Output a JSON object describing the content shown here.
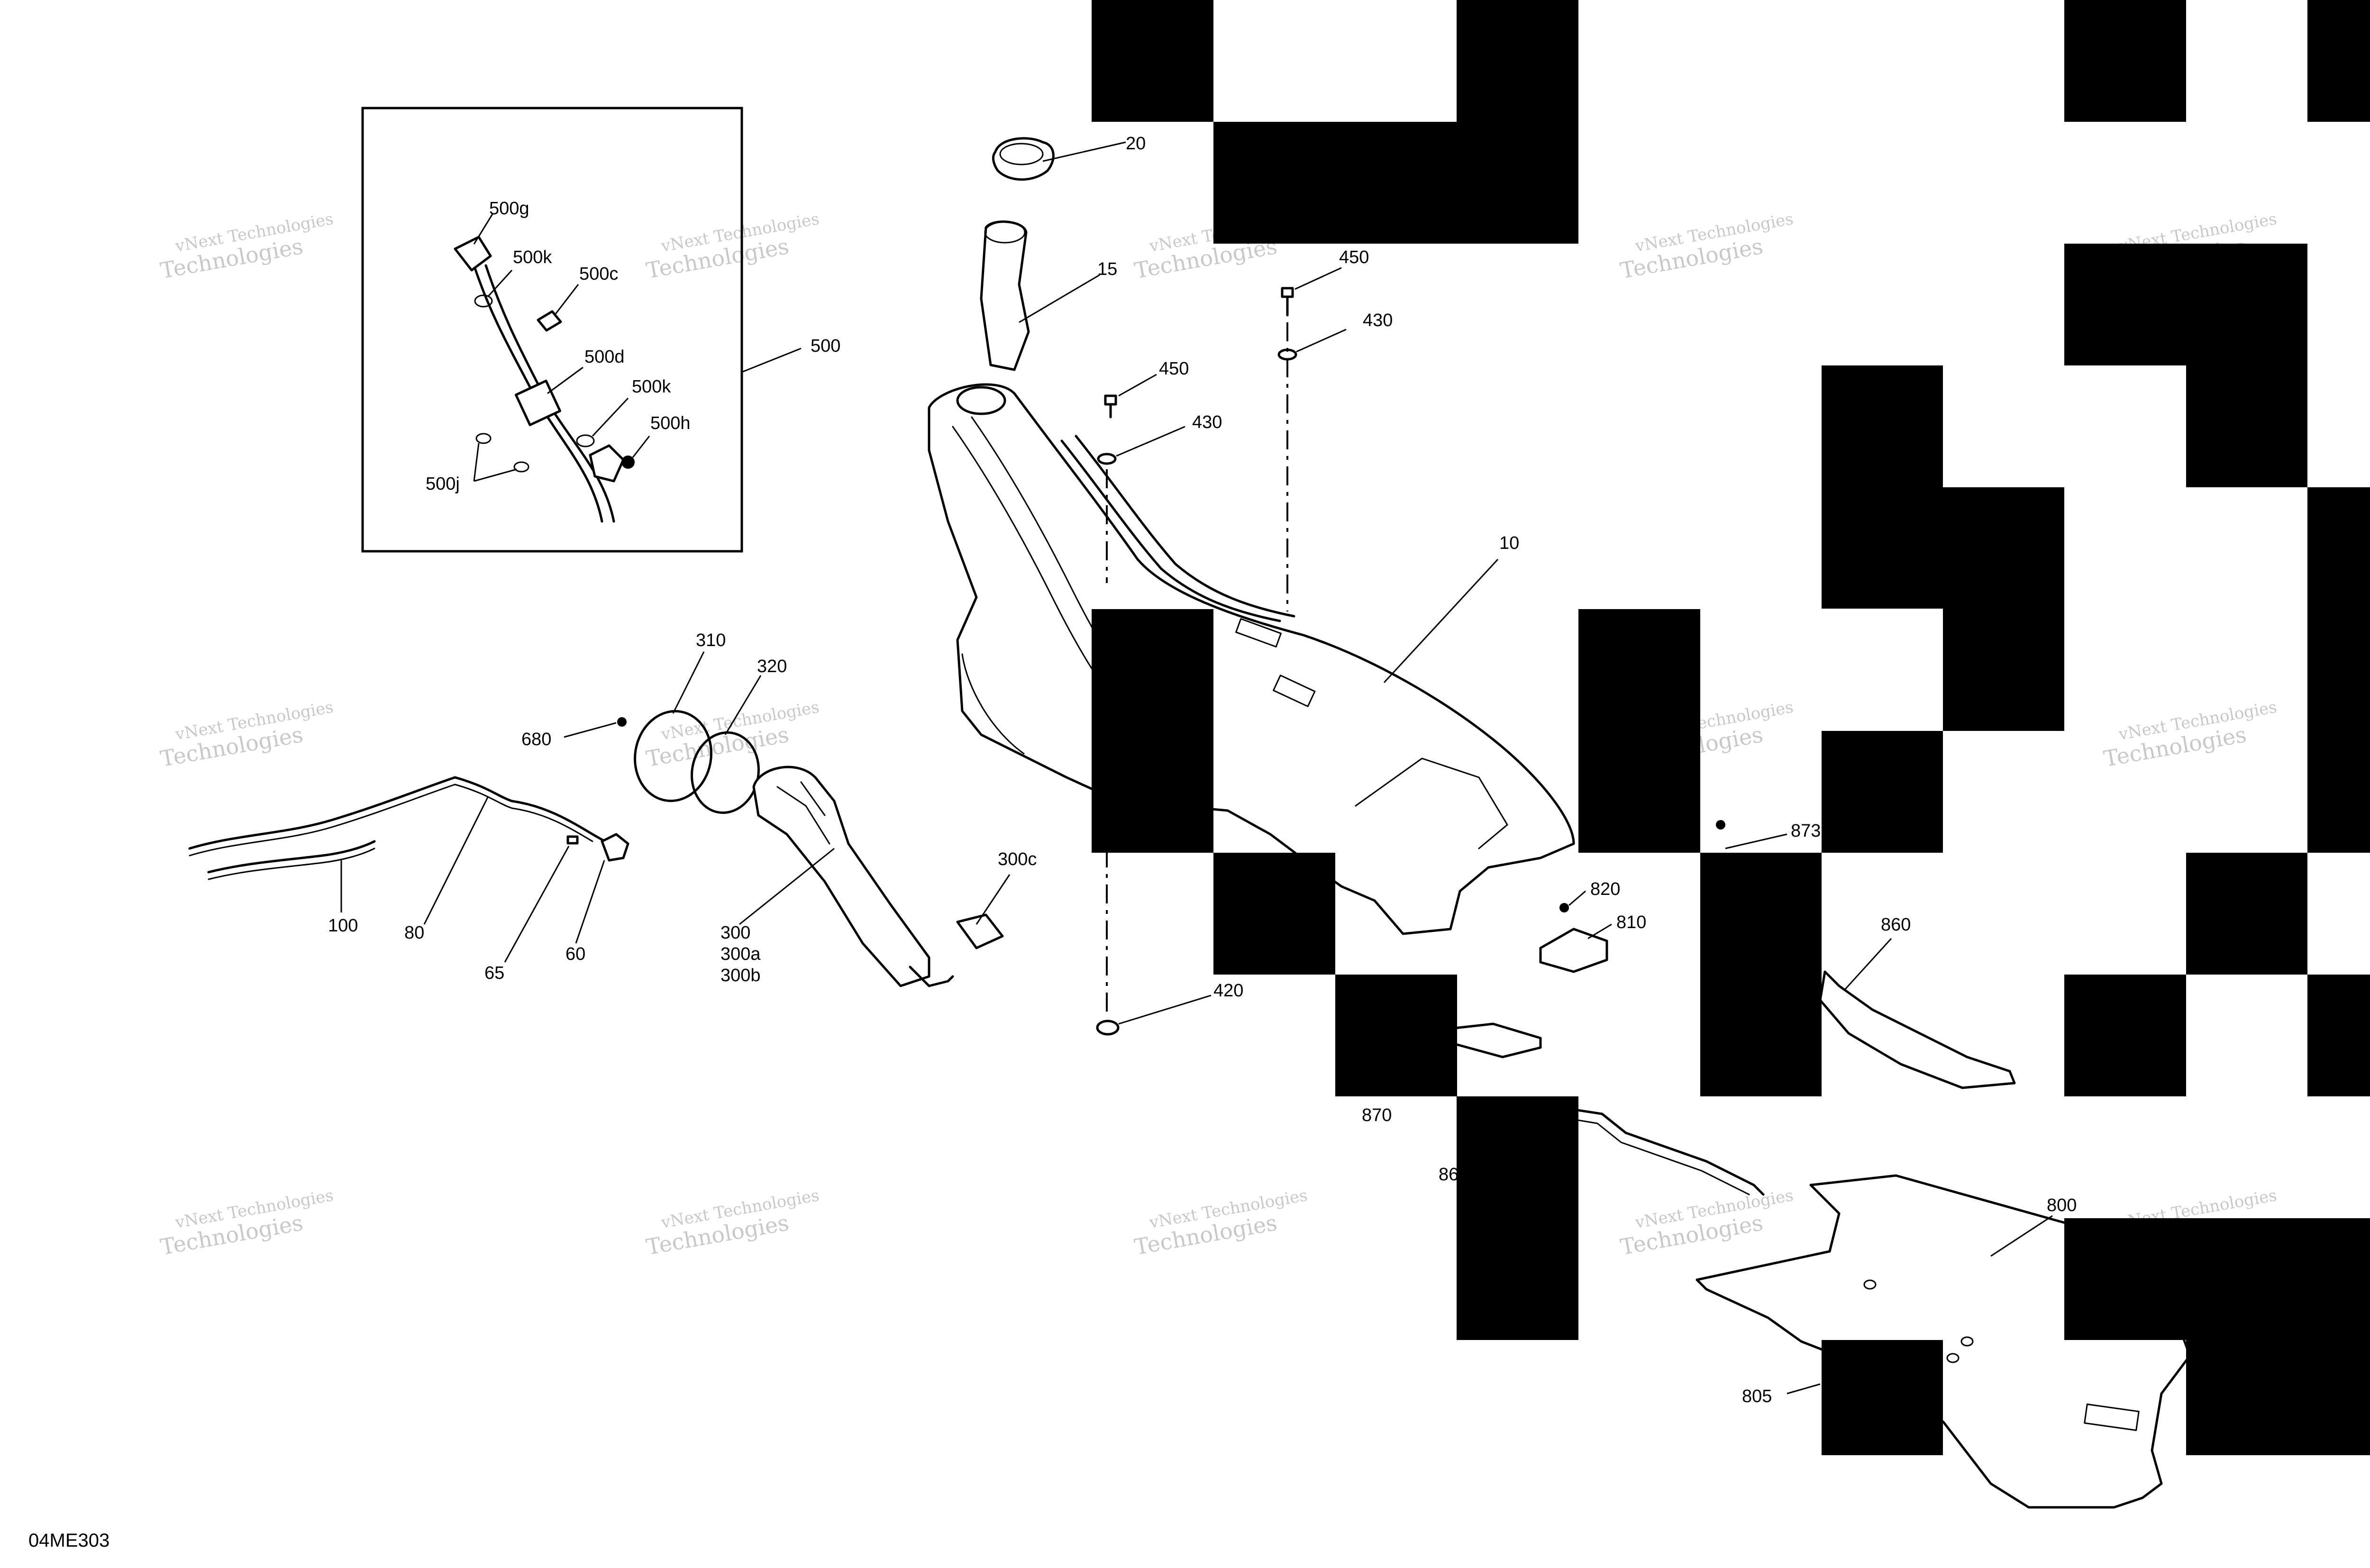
{
  "diagram_code": "04ME303",
  "watermark": {
    "line1": "vNext Technologies",
    "line2": "Technologies"
  },
  "callouts": [
    {
      "id": "500",
      "label": "500"
    },
    {
      "id": "500g",
      "label": "500g"
    },
    {
      "id": "500k-top",
      "label": "500k"
    },
    {
      "id": "500c",
      "label": "500c"
    },
    {
      "id": "500d",
      "label": "500d"
    },
    {
      "id": "500k-mid",
      "label": "500k"
    },
    {
      "id": "500h",
      "label": "500h"
    },
    {
      "id": "500j",
      "label": "500j"
    },
    {
      "id": "20",
      "label": "20"
    },
    {
      "id": "15",
      "label": "15"
    },
    {
      "id": "450-top",
      "label": "450"
    },
    {
      "id": "430-top",
      "label": "430"
    },
    {
      "id": "450-mid",
      "label": "450"
    },
    {
      "id": "430-mid",
      "label": "430"
    },
    {
      "id": "10",
      "label": "10"
    },
    {
      "id": "310",
      "label": "310"
    },
    {
      "id": "320",
      "label": "320"
    },
    {
      "id": "680",
      "label": "680"
    },
    {
      "id": "300c",
      "label": "300c"
    },
    {
      "id": "300",
      "label": "300"
    },
    {
      "id": "300a",
      "label": "300a"
    },
    {
      "id": "300b",
      "label": "300b"
    },
    {
      "id": "100",
      "label": "100"
    },
    {
      "id": "80",
      "label": "80"
    },
    {
      "id": "65",
      "label": "65"
    },
    {
      "id": "60",
      "label": "60"
    },
    {
      "id": "420",
      "label": "420"
    },
    {
      "id": "873",
      "label": "873"
    },
    {
      "id": "820",
      "label": "820"
    },
    {
      "id": "810",
      "label": "810"
    },
    {
      "id": "860",
      "label": "860"
    },
    {
      "id": "870",
      "label": "870"
    },
    {
      "id": "86x",
      "label": "86"
    },
    {
      "id": "800",
      "label": "800"
    },
    {
      "id": "805",
      "label": "805"
    }
  ]
}
